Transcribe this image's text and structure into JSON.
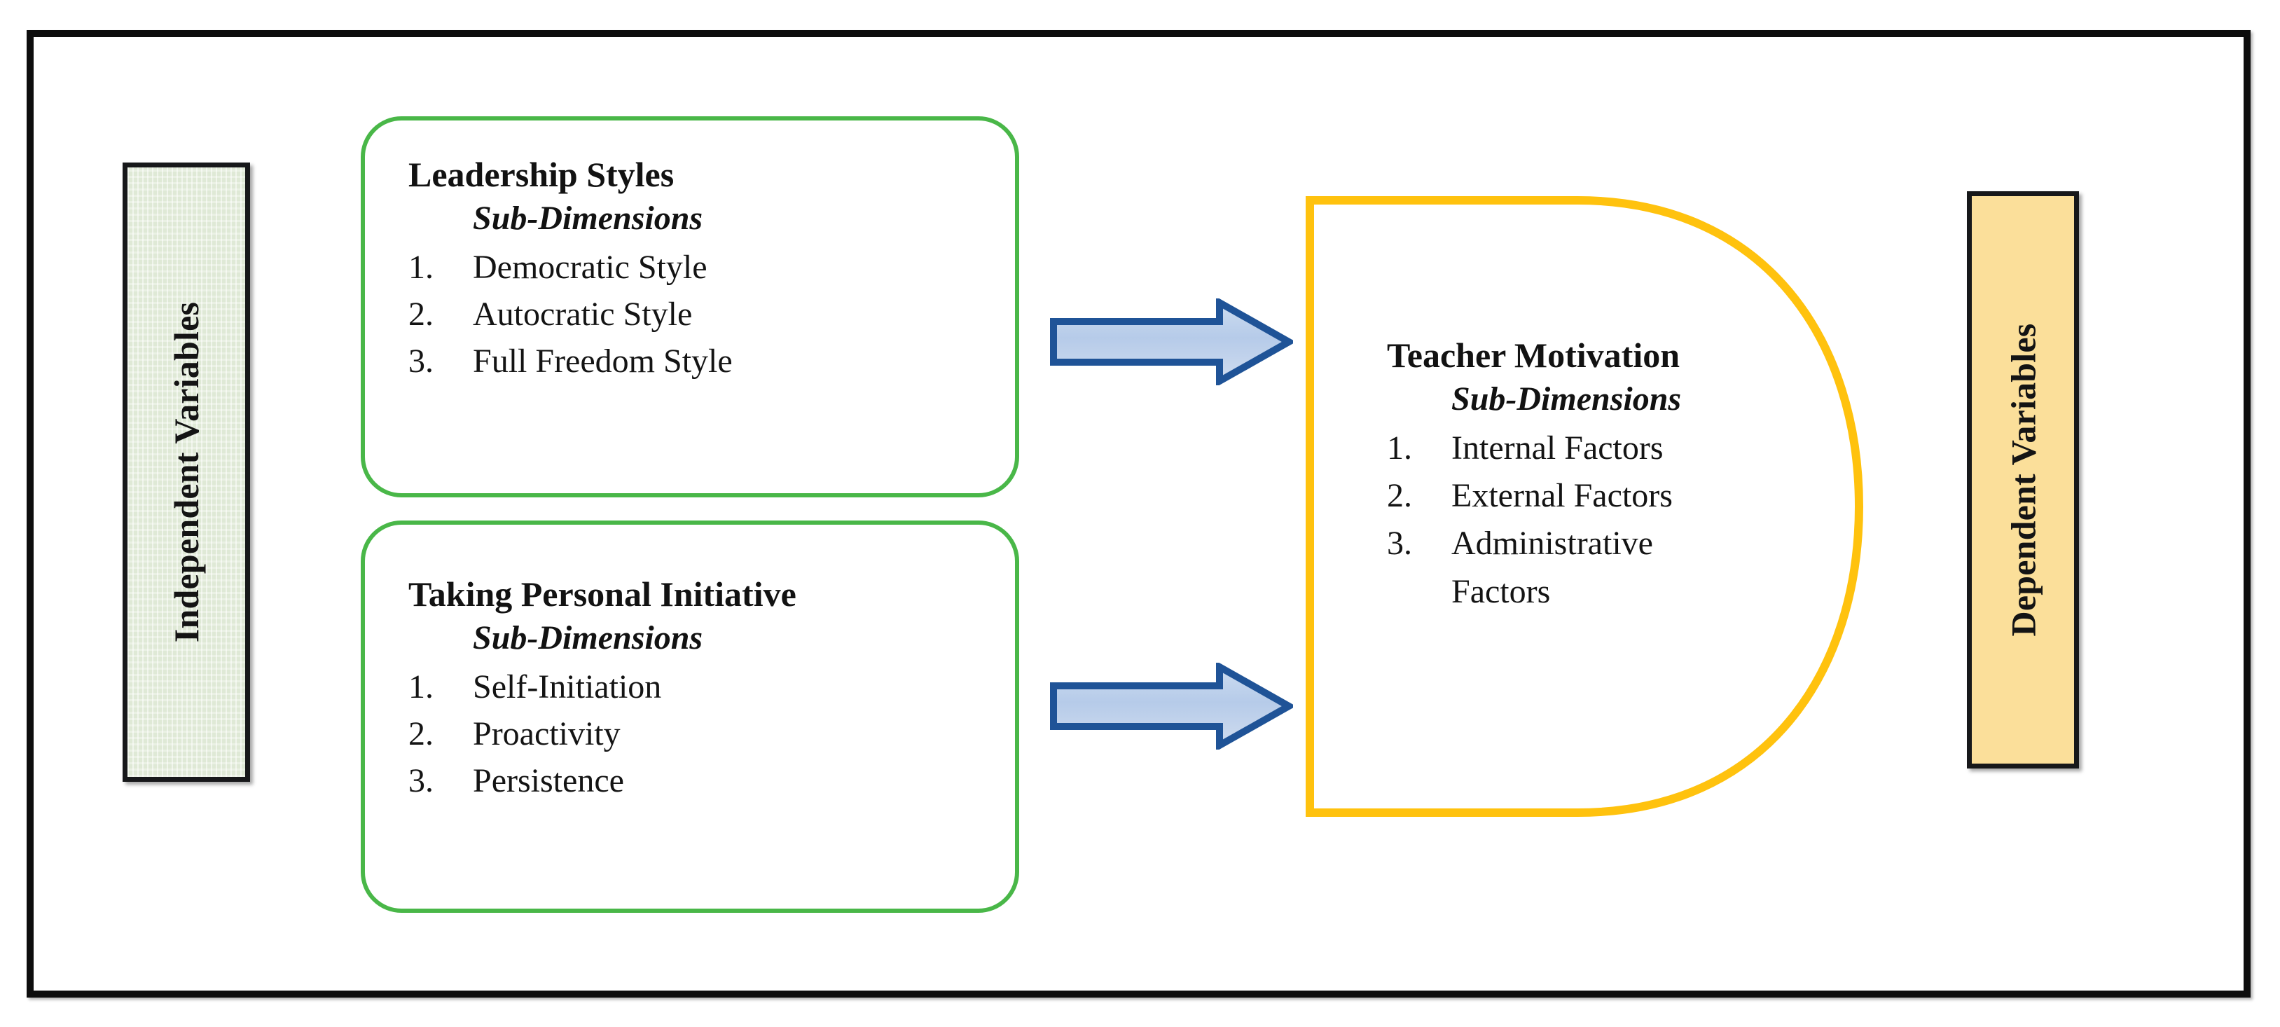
{
  "frame": {
    "border_color": "#0d0d0d"
  },
  "left_label": {
    "text": "Independent Variables",
    "fill_color": "#dfe9d6",
    "border_color": "#17181a"
  },
  "right_label": {
    "text": "Dependent Variables",
    "fill_color": "#fbdf9a",
    "border_color": "#17181a"
  },
  "independent_blocks": [
    {
      "title": "Leadership Styles",
      "subtitle": "Sub-Dimensions",
      "border_color": "#49b748",
      "items": [
        {
          "num": "1.",
          "label": "Democratic Style"
        },
        {
          "num": "2.",
          "label": "Autocratic Style"
        },
        {
          "num": "3.",
          "label": "Full Freedom Style"
        }
      ]
    },
    {
      "title": "Taking Personal Initiative",
      "subtitle": "Sub-Dimensions",
      "border_color": "#49b748",
      "items": [
        {
          "num": "1.",
          "label": "Self-Initiation"
        },
        {
          "num": "2.",
          "label": "Proactivity"
        },
        {
          "num": "3.",
          "label": "Persistence"
        }
      ]
    }
  ],
  "dependent_block": {
    "title": "Teacher Motivation",
    "subtitle": "Sub-Dimensions",
    "border_color": "#ffc20e",
    "items": [
      {
        "num": "1.",
        "label": "Internal Factors"
      },
      {
        "num": "2.",
        "label": "External Factors"
      },
      {
        "num": "3.",
        "label": "Administrative"
      },
      {
        "num": "",
        "label": "Factors"
      }
    ]
  },
  "arrows": [
    {
      "name": "leadership-to-motivation",
      "fill_color": "#bdd0ea",
      "outline_color": "#1f5397"
    },
    {
      "name": "initiative-to-motivation",
      "fill_color": "#bdd0ea",
      "outline_color": "#1f5397"
    }
  ]
}
